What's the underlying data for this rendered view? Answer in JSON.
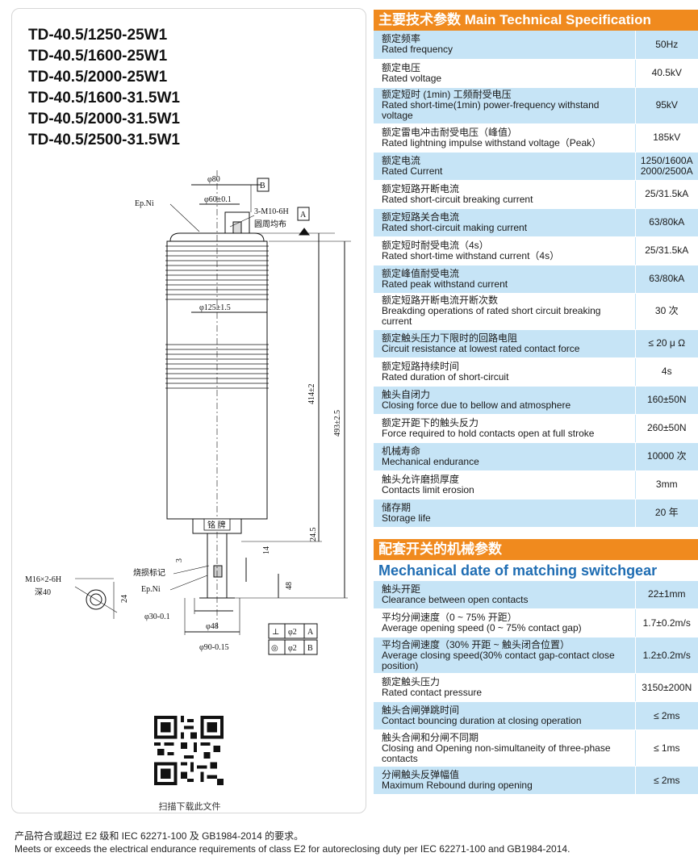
{
  "models": [
    "TD-40.5/1250-25W1",
    "TD-40.5/1600-25W1",
    "TD-40.5/2000-25W1",
    "TD-40.5/1600-31.5W1",
    "TD-40.5/2000-31.5W1",
    "TD-40.5/2500-31.5W1"
  ],
  "drawing": {
    "d80": "φ80",
    "datum_b": "B",
    "ep_ni_top": "Ep.Ni",
    "d60": "φ60±0.1",
    "thread_top": "3-M10-6H",
    "thread_top_note": "圆周均布",
    "datum_a": "A",
    "d125": "φ125±1.5",
    "h414": "414±2",
    "h493": "493±2.5",
    "nameplate": "铭 牌",
    "h24_5": "24.5",
    "h14": "14",
    "h3": "3",
    "burn_mark": "烧损标记",
    "ep_ni_bottom": "Ep.Ni",
    "h48": "48",
    "thread_side": "M16×2-6H",
    "thread_side_depth": "深40",
    "w24": "24",
    "d30": "φ30-0.1",
    "d48": "φ48",
    "d90": "φ90-0.15",
    "tol_perp_sym": "⊥",
    "tol_perp_val": "φ2",
    "tol_perp_ref": "A",
    "tol_conc_sym": "◎",
    "tol_conc_val": "φ2",
    "tol_conc_ref": "B"
  },
  "qr_caption": "扫描下载此文件",
  "spec_section": {
    "title": "主要技术参数 Main Technical Specification",
    "rows": [
      {
        "cn": "额定频率",
        "en": "Rated frequency",
        "value": "50Hz"
      },
      {
        "cn": "额定电压",
        "en": "Rated voltage",
        "value": "40.5kV"
      },
      {
        "cn": "额定短时 (1min) 工频耐受电压",
        "en": "Rated short-time(1min) power-frequency withstand voltage",
        "value": "95kV"
      },
      {
        "cn": "额定雷电冲击耐受电压（峰值）",
        "en": "Rated lightning impulse withstand voltage（Peak）",
        "value": "185kV"
      },
      {
        "cn": "额定电流",
        "en": "Rated Current",
        "value": "1250/1600A 2000/2500A"
      },
      {
        "cn": "额定短路开断电流",
        "en": "Rated short-circuit breaking current",
        "value": "25/31.5kA"
      },
      {
        "cn": "额定短路关合电流",
        "en": "Rated short-circuit making current",
        "value": "63/80kA"
      },
      {
        "cn": "额定短时耐受电流（4s）",
        "en": "Rated short-time withstand current（4s）",
        "value": "25/31.5kA"
      },
      {
        "cn": "额定峰值耐受电流",
        "en": "Rated peak withstand current",
        "value": "63/80kA"
      },
      {
        "cn": "额定短路开断电流开断次数",
        "en": "Breakding operations of rated short circuit breaking current",
        "value": "30 次"
      },
      {
        "cn": "额定触头压力下限时的回路电阻",
        "en": "Circuit resistance at lowest rated contact force",
        "value": "≤ 20 μ Ω"
      },
      {
        "cn": "额定短路持续时间",
        "en": "Rated duration of short-circuit",
        "value": "4s"
      },
      {
        "cn": "触头自闭力",
        "en": "Closing force due to bellow and atmosphere",
        "value": "160±50N"
      },
      {
        "cn": "额定开距下的触头反力",
        "en": "Force required to hold contacts open at full stroke",
        "value": "260±50N"
      },
      {
        "cn": "机械寿命",
        "en": "Mechanical endurance",
        "value": "10000 次"
      },
      {
        "cn": "触头允许磨损厚度",
        "en": "Contacts limit erosion",
        "value": "3mm"
      },
      {
        "cn": "储存期",
        "en": "Storage life",
        "value": "20 年"
      }
    ]
  },
  "mech_section": {
    "title": "配套开关的机械参数",
    "subtitle": "Mechanical date of matching switchgear",
    "rows": [
      {
        "cn": "触头开距",
        "en": "Clearance between open contacts",
        "value": "22±1mm"
      },
      {
        "cn": "平均分闸速度（0 ~ 75% 开距）",
        "en": "Average opening speed (0 ~ 75% contact gap)",
        "value": "1.7±0.2m/s"
      },
      {
        "cn": "平均合闸速度（30% 开距 ~ 触头闭合位置）",
        "en": "Average closing speed(30% contact gap-contact close position)",
        "value": "1.2±0.2m/s"
      },
      {
        "cn": "额定触头压力",
        "en": "Rated contact pressure",
        "value": "3150±200N"
      },
      {
        "cn": "触头合闸弹跳时间",
        "en": "Contact bouncing duration at closing operation",
        "value": "≤ 2ms"
      },
      {
        "cn": "触头合闸和分闸不同期",
        "en": "Closing and Opening non-simultaneity of three-phase contacts",
        "value": "≤ 1ms"
      },
      {
        "cn": "分闸触头反弹幅值",
        "en": "Maximum Rebound during opening",
        "value": "≤ 2ms"
      }
    ]
  },
  "footer": {
    "cn": "产品符合或超过 E2 级和 IEC 62271-100 及 GB1984-2014 的要求。",
    "en": "Meets or exceeds the electrical endurance requirements of class E2 for autoreclosing duty per IEC 62271-100 and GB1984-2014."
  },
  "colors": {
    "accent_orange": "#f08a1e",
    "row_blue": "#c6e4f6",
    "title_blue": "#1f6db3"
  }
}
